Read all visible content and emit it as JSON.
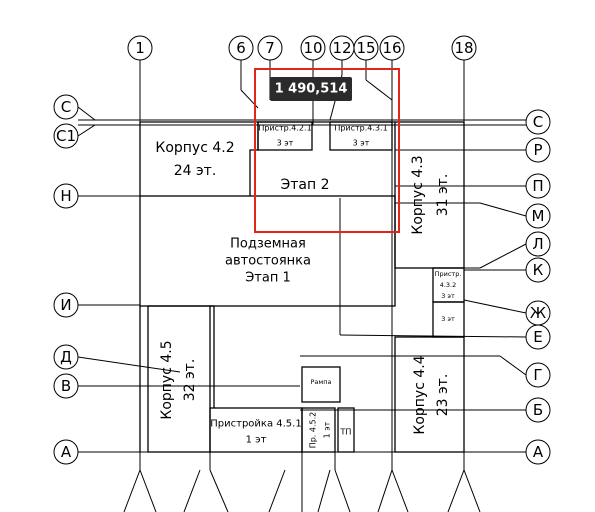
{
  "axes_vertical": [
    "1",
    "6",
    "7",
    "10",
    "12",
    "15",
    "16",
    "18"
  ],
  "axes_left": [
    "С",
    "С1",
    "Н",
    "И",
    "Д",
    "В",
    "А"
  ],
  "axes_right": [
    "С",
    "Р",
    "П",
    "М",
    "Л",
    "К",
    "Ж",
    "Е",
    "Г",
    "Б",
    "А"
  ],
  "buildings": {
    "k42_title": "Корпус 4.2",
    "k42_floors": "24 эт.",
    "k43_title": "Корпус 4.3",
    "k43_floors": "31 эт.",
    "k44_title": "Корпус 4.4",
    "k44_floors": "23 эт.",
    "k45_title": "Корпус 4.5",
    "k45_floors": "32 эт.",
    "stage2": "Этап 2",
    "parking_l1": "Подземная",
    "parking_l2": "автостоянка",
    "parking_l3": "Этап 1",
    "ext421_title": "Пристр.4.2.1",
    "ext421_floors": "3 эт",
    "ext431_title": "Пристр.4.3.1",
    "ext431_floors": "3 эт",
    "ext432_l1": "Пристр.",
    "ext432_l2": "4.3.2",
    "ext432_floors": "3 эт",
    "block_floors": "3 эт",
    "ramp": "Рампа",
    "ext451_title": "Пристройка 4.5.1",
    "ext451_floors": "1 эт",
    "ext452_title": "Пр. 4.5.2",
    "ext452_floors": "1 эт",
    "tp": "ТП"
  },
  "measurement": {
    "value": "1 490,514"
  },
  "colors": {
    "selection": "#e1251b",
    "tooltip_bg": "#2b2b2b",
    "gray_fill": "#c4c4c4"
  }
}
